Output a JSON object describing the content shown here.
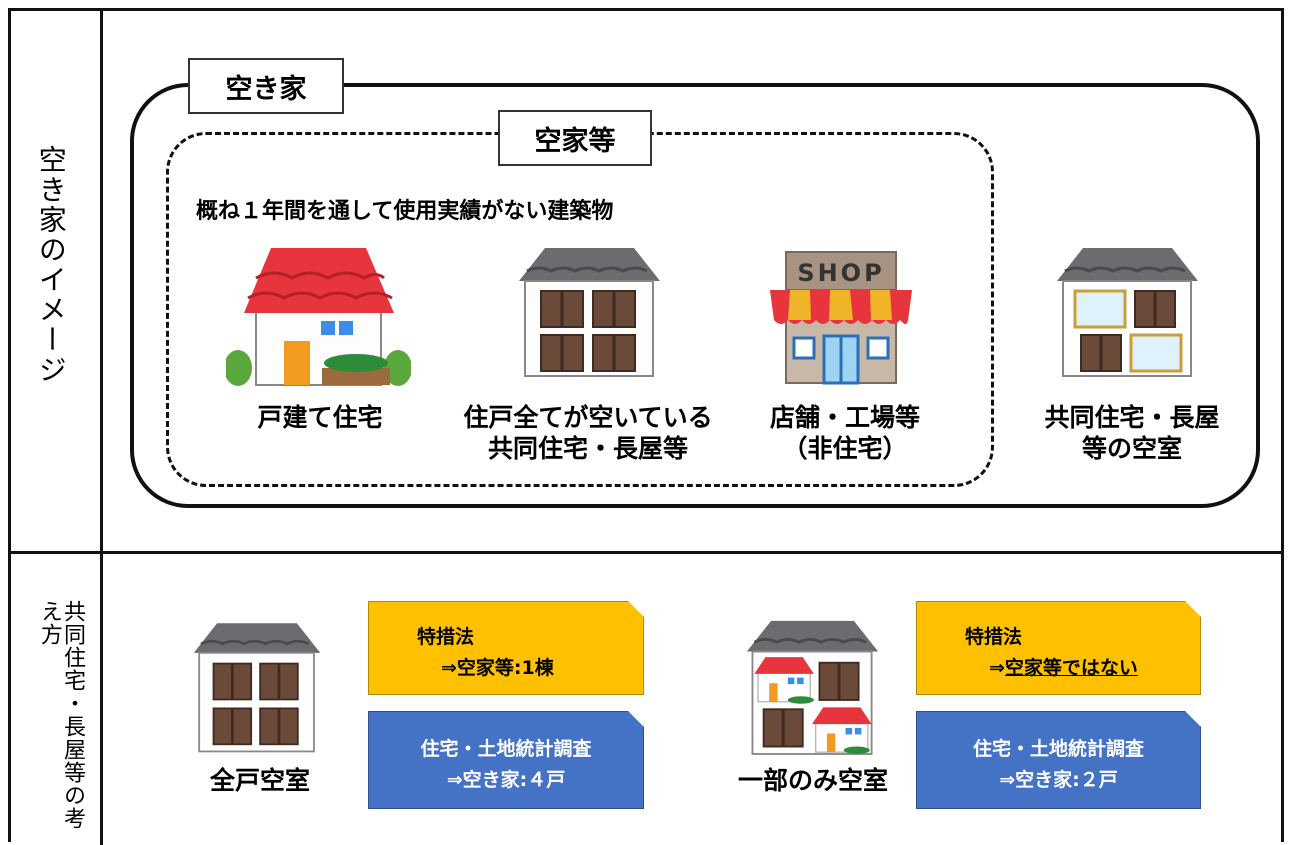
{
  "row1_heading": "空き家のイメージ",
  "row2_heading": "共同住宅・長屋等の考え方",
  "akiya_tag": "空き家",
  "akiyato_tag": "空家等",
  "definition": "概ね１年間を通して使用実績がない建築物",
  "items": [
    {
      "line1": "戸建て住宅",
      "line2": ""
    },
    {
      "line1": "住戸全てが空いている",
      "line2": "共同住宅・長屋等"
    },
    {
      "line1": "店舗・工場等",
      "line2": "（非住宅）"
    },
    {
      "line1": "共同住宅・長屋",
      "line2": "等の空室"
    }
  ],
  "shop_sign": "SHOP",
  "case_all": {
    "label": "全戸空室",
    "law_title": "特措法",
    "law_result": "⇒空家等:1棟",
    "survey_title": "住宅・土地統計調査",
    "survey_result": "⇒空き家:４戸"
  },
  "case_part": {
    "label": "一部のみ空室",
    "law_title": "特措法",
    "law_result_prefix": "⇒",
    "law_result_underlined": "空家等ではない",
    "survey_title": "住宅・土地統計調査",
    "survey_result": "⇒空き家:２戸"
  },
  "colors": {
    "yellow": "#FFC000",
    "blue": "#4472C4",
    "roof_red": "#E8343C",
    "roof_gray": "#6B6B70"
  }
}
